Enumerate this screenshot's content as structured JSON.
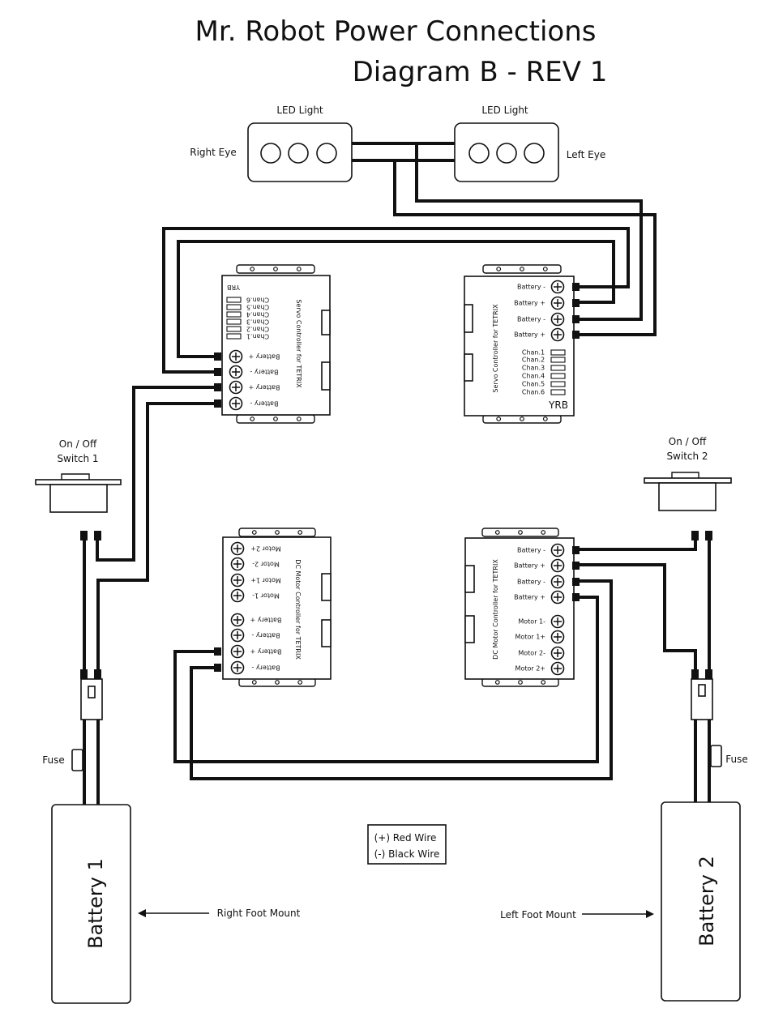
{
  "title": {
    "line1": "Mr. Robot Power Connections",
    "line2": "Diagram B - REV 1"
  },
  "leds": {
    "right": {
      "top_label": "LED Light",
      "side_label": "Right Eye"
    },
    "left": {
      "top_label": "LED Light",
      "side_label": "Left Eye"
    }
  },
  "servo_left": {
    "name": "Servo Controller for TETRIX",
    "brand": "YRB",
    "channels": [
      "Chan.6",
      "Chan.5",
      "Chan.4",
      "Chan.3",
      "Chan.2",
      "Chan.1"
    ],
    "terminals": [
      "Battery +",
      "Battery -",
      "Battery +",
      "Battery -"
    ]
  },
  "servo_right": {
    "name": "Servo Controller for TETRIX",
    "brand": "YRB",
    "channels": [
      "Chan.1",
      "Chan.2",
      "Chan.3",
      "Chan.4",
      "Chan.5",
      "Chan.6"
    ],
    "terminals": [
      "Battery -",
      "Battery +",
      "Battery -",
      "Battery +"
    ]
  },
  "dc_left": {
    "name": "DC Motor Controller for TETRIX",
    "terminals": [
      "Motor 2+",
      "Motor 2-",
      "Motor 1+",
      "Motor 1-",
      "Battery +",
      "Battery -",
      "Battery +",
      "Battery -"
    ]
  },
  "dc_right": {
    "name": "DC Motor Controller for TETRIX",
    "terminals": [
      "Battery -",
      "Battery +",
      "Battery -",
      "Battery +",
      "Motor 1-",
      "Motor 1+",
      "Motor 2-",
      "Motor 2+"
    ]
  },
  "switch1": {
    "line1": "On / Off",
    "line2": "Switch 1"
  },
  "switch2": {
    "line1": "On / Off",
    "line2": "Switch 2"
  },
  "fuse_left": "Fuse",
  "fuse_right": "Fuse",
  "battery1": "Battery 1",
  "battery2": "Battery 2",
  "legend": {
    "line1": "(+) Red Wire",
    "line2": "(-) Black Wire"
  },
  "mount_right_foot": "Right Foot Mount",
  "mount_left_foot": "Left Foot Mount"
}
